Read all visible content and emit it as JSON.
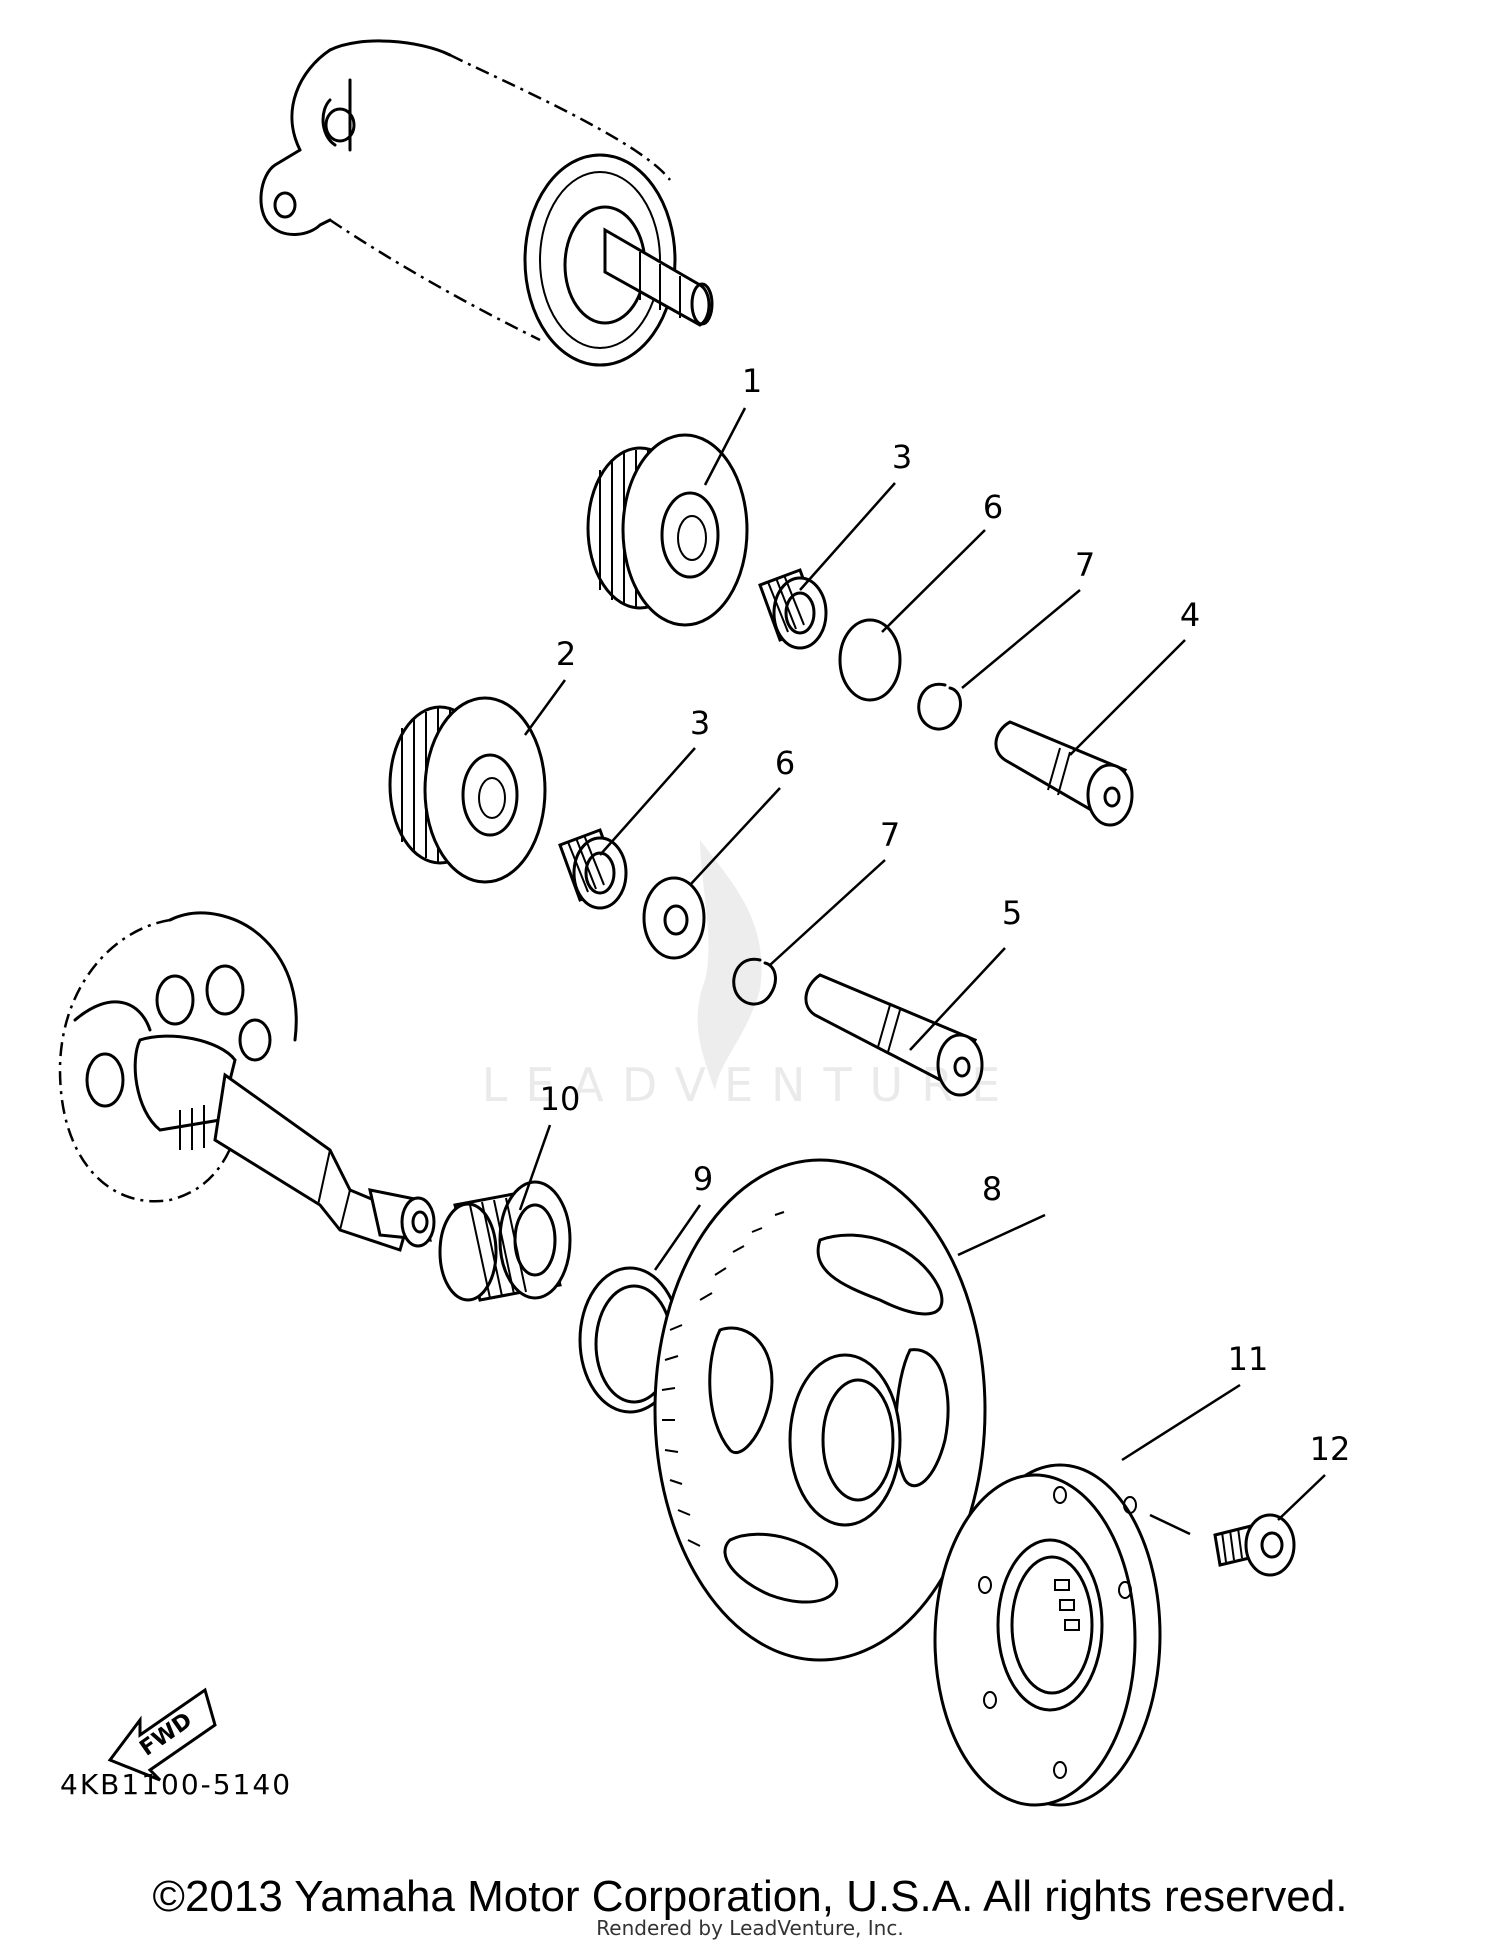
{
  "callouts": {
    "c1": "1",
    "c2": "2",
    "c3a": "3",
    "c3b": "3",
    "c4": "4",
    "c5": "5",
    "c6a": "6",
    "c6b": "6",
    "c7a": "7",
    "c7b": "7",
    "c8": "8",
    "c9": "9",
    "c10": "10",
    "c11": "11",
    "c12": "12"
  },
  "fwd_label": "FWD",
  "diagram_code": "4KB1100-5140",
  "copyright": "©2013 Yamaha Motor Corporation, U.S.A. All rights reserved.",
  "rendered_by": "Rendered by LeadVenture, Inc.",
  "watermark": "LEADVENTURE"
}
